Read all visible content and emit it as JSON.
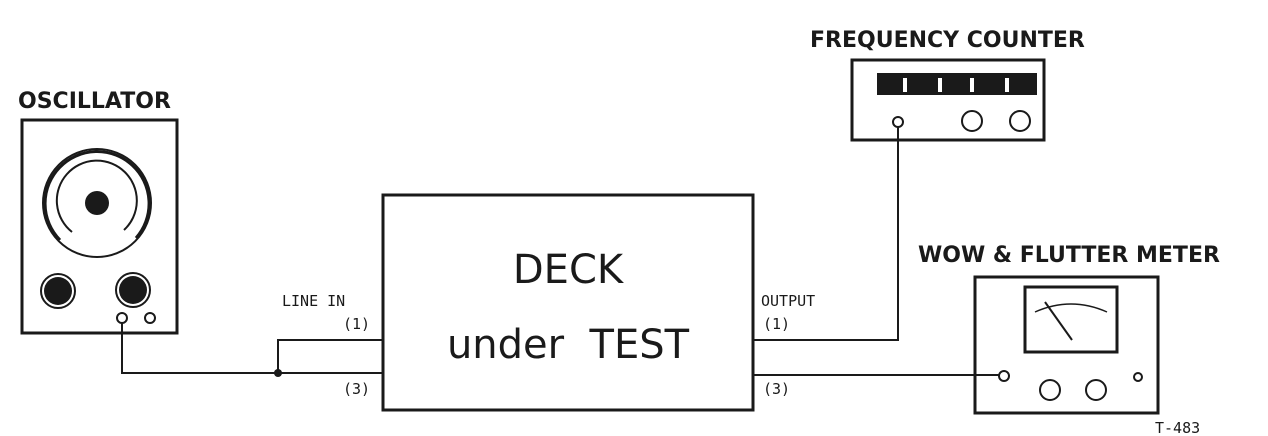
{
  "oscillator": {
    "label": "OSCILLATOR"
  },
  "frequency_counter": {
    "label": "FREQUENCY COUNTER"
  },
  "wow_meter": {
    "label": "WOW & FLUTTER METER"
  },
  "deck": {
    "line1": "DECK",
    "line2": "under  TEST"
  },
  "ports": {
    "line_in": "LINE IN",
    "in_1": "(1)",
    "in_3": "(3)",
    "output": "OUTPUT",
    "out_1": "(1)",
    "out_3": "(3)"
  },
  "figure_id": "T-483",
  "colors": {
    "ink": "#1a1a1a",
    "paper": "#ffffff"
  }
}
